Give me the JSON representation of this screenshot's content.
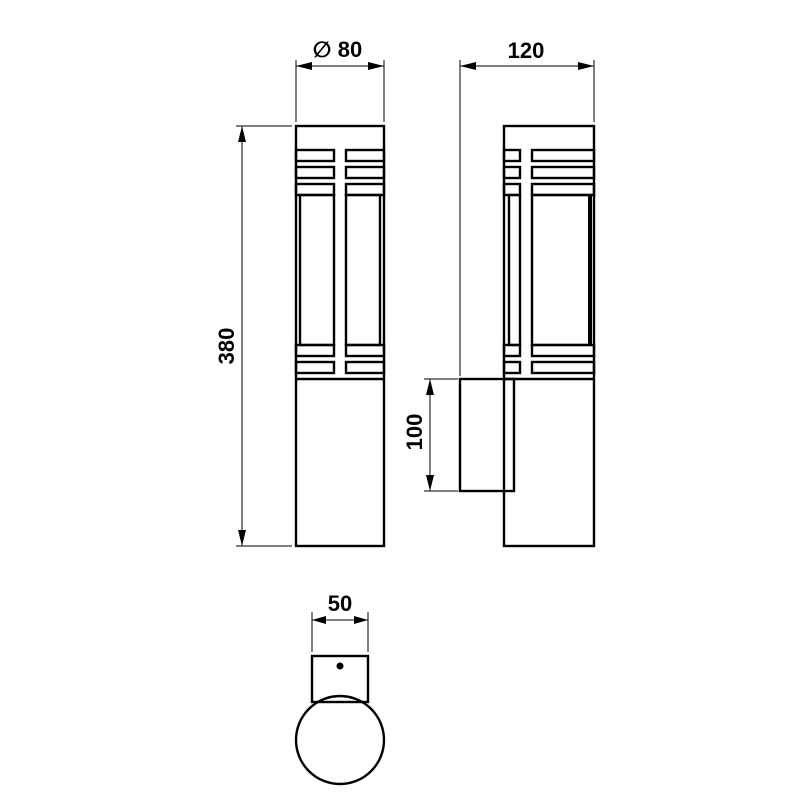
{
  "dimensions": {
    "diameter_symbol": "∅",
    "diameter": "80",
    "depth": "120",
    "height": "380",
    "mount_height": "100",
    "mount_width": "50"
  },
  "colors": {
    "stroke": "#000000",
    "background": "#ffffff"
  }
}
